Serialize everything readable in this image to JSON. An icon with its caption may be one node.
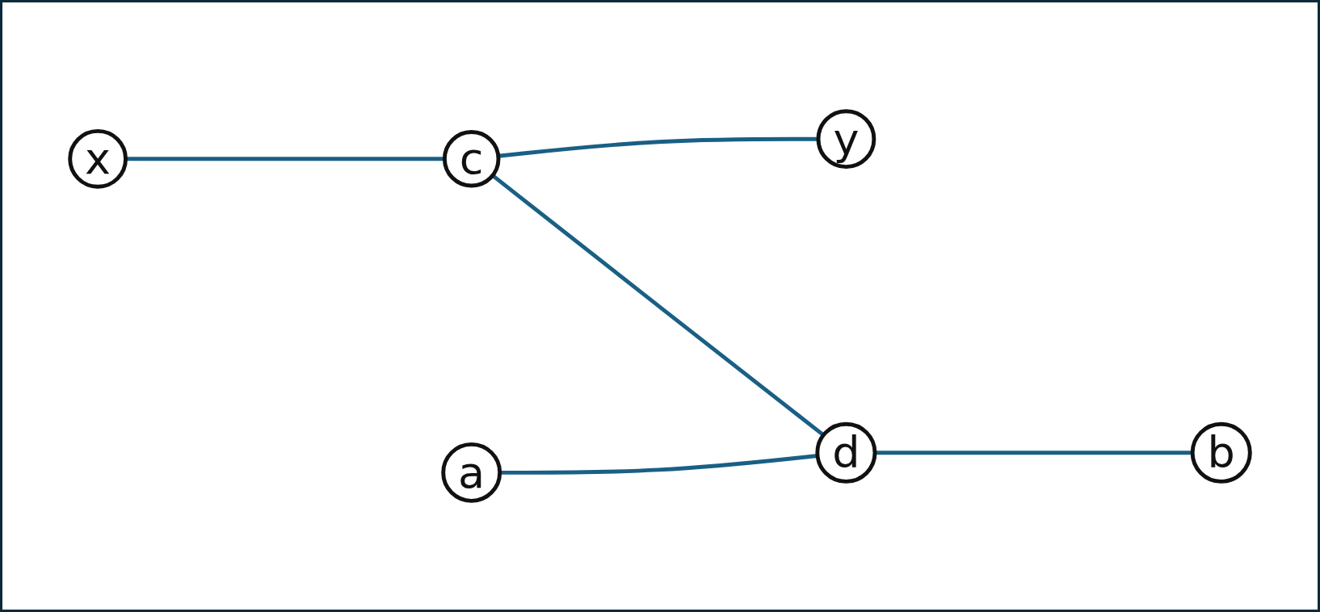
{
  "diagram": {
    "nodes": [
      {
        "text": [
          "x"
        ]
      },
      {
        "text": [
          "c"
        ]
      },
      {
        "text": [
          "y"
        ]
      },
      {
        "text": [
          "a"
        ]
      },
      {
        "text": [
          "d"
        ]
      },
      {
        "text": [
          "b"
        ]
      }
    ],
    "edges": [
      {
        "from": 0,
        "to": 1,
        "arrow": "none"
      },
      {
        "from": 1,
        "to": 2,
        "arrow": "none"
      },
      {
        "from": 1,
        "to": 4,
        "arrow": "none"
      },
      {
        "from": 3,
        "to": 4,
        "arrow": "none"
      },
      {
        "from": 4,
        "to": 5,
        "arrow": "none"
      }
    ]
  }
}
